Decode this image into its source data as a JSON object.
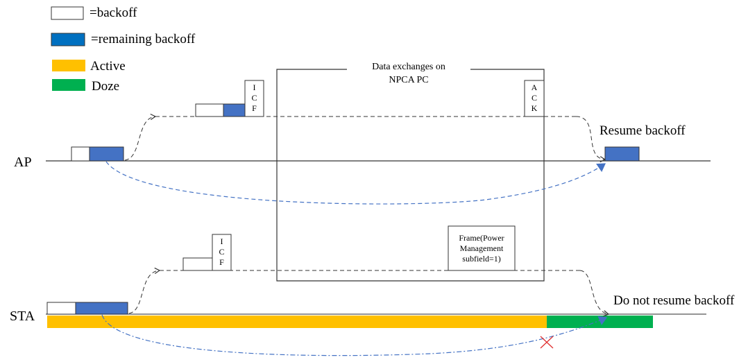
{
  "legend": [
    {
      "label": "=backoff",
      "color": "#ffffff"
    },
    {
      "label": "=remaining backoff",
      "color": "#4472c4"
    },
    {
      "label": "Active",
      "color": "#ffc000"
    },
    {
      "label": "Doze",
      "color": "#00b050"
    }
  ],
  "ap": {
    "label": "AP",
    "icf": [
      "I",
      "C",
      "F"
    ],
    "ack": [
      "A",
      "C",
      "K"
    ],
    "resume_text": "Resume backoff"
  },
  "sta": {
    "label": "STA",
    "icf": [
      "I",
      "C",
      "F"
    ],
    "frame_text": [
      "Frame(Power",
      "Management",
      "subfield=1)"
    ],
    "no_resume_text": "Do not resume backoff"
  },
  "npca_box": {
    "title": [
      "Data exchanges on",
      "NPCA PC"
    ]
  },
  "colors": {
    "blue": "#4472c4",
    "orange": "#ffc000",
    "green": "#00b050",
    "cross": "#e03030",
    "arrow_blue": "#4472c4"
  }
}
